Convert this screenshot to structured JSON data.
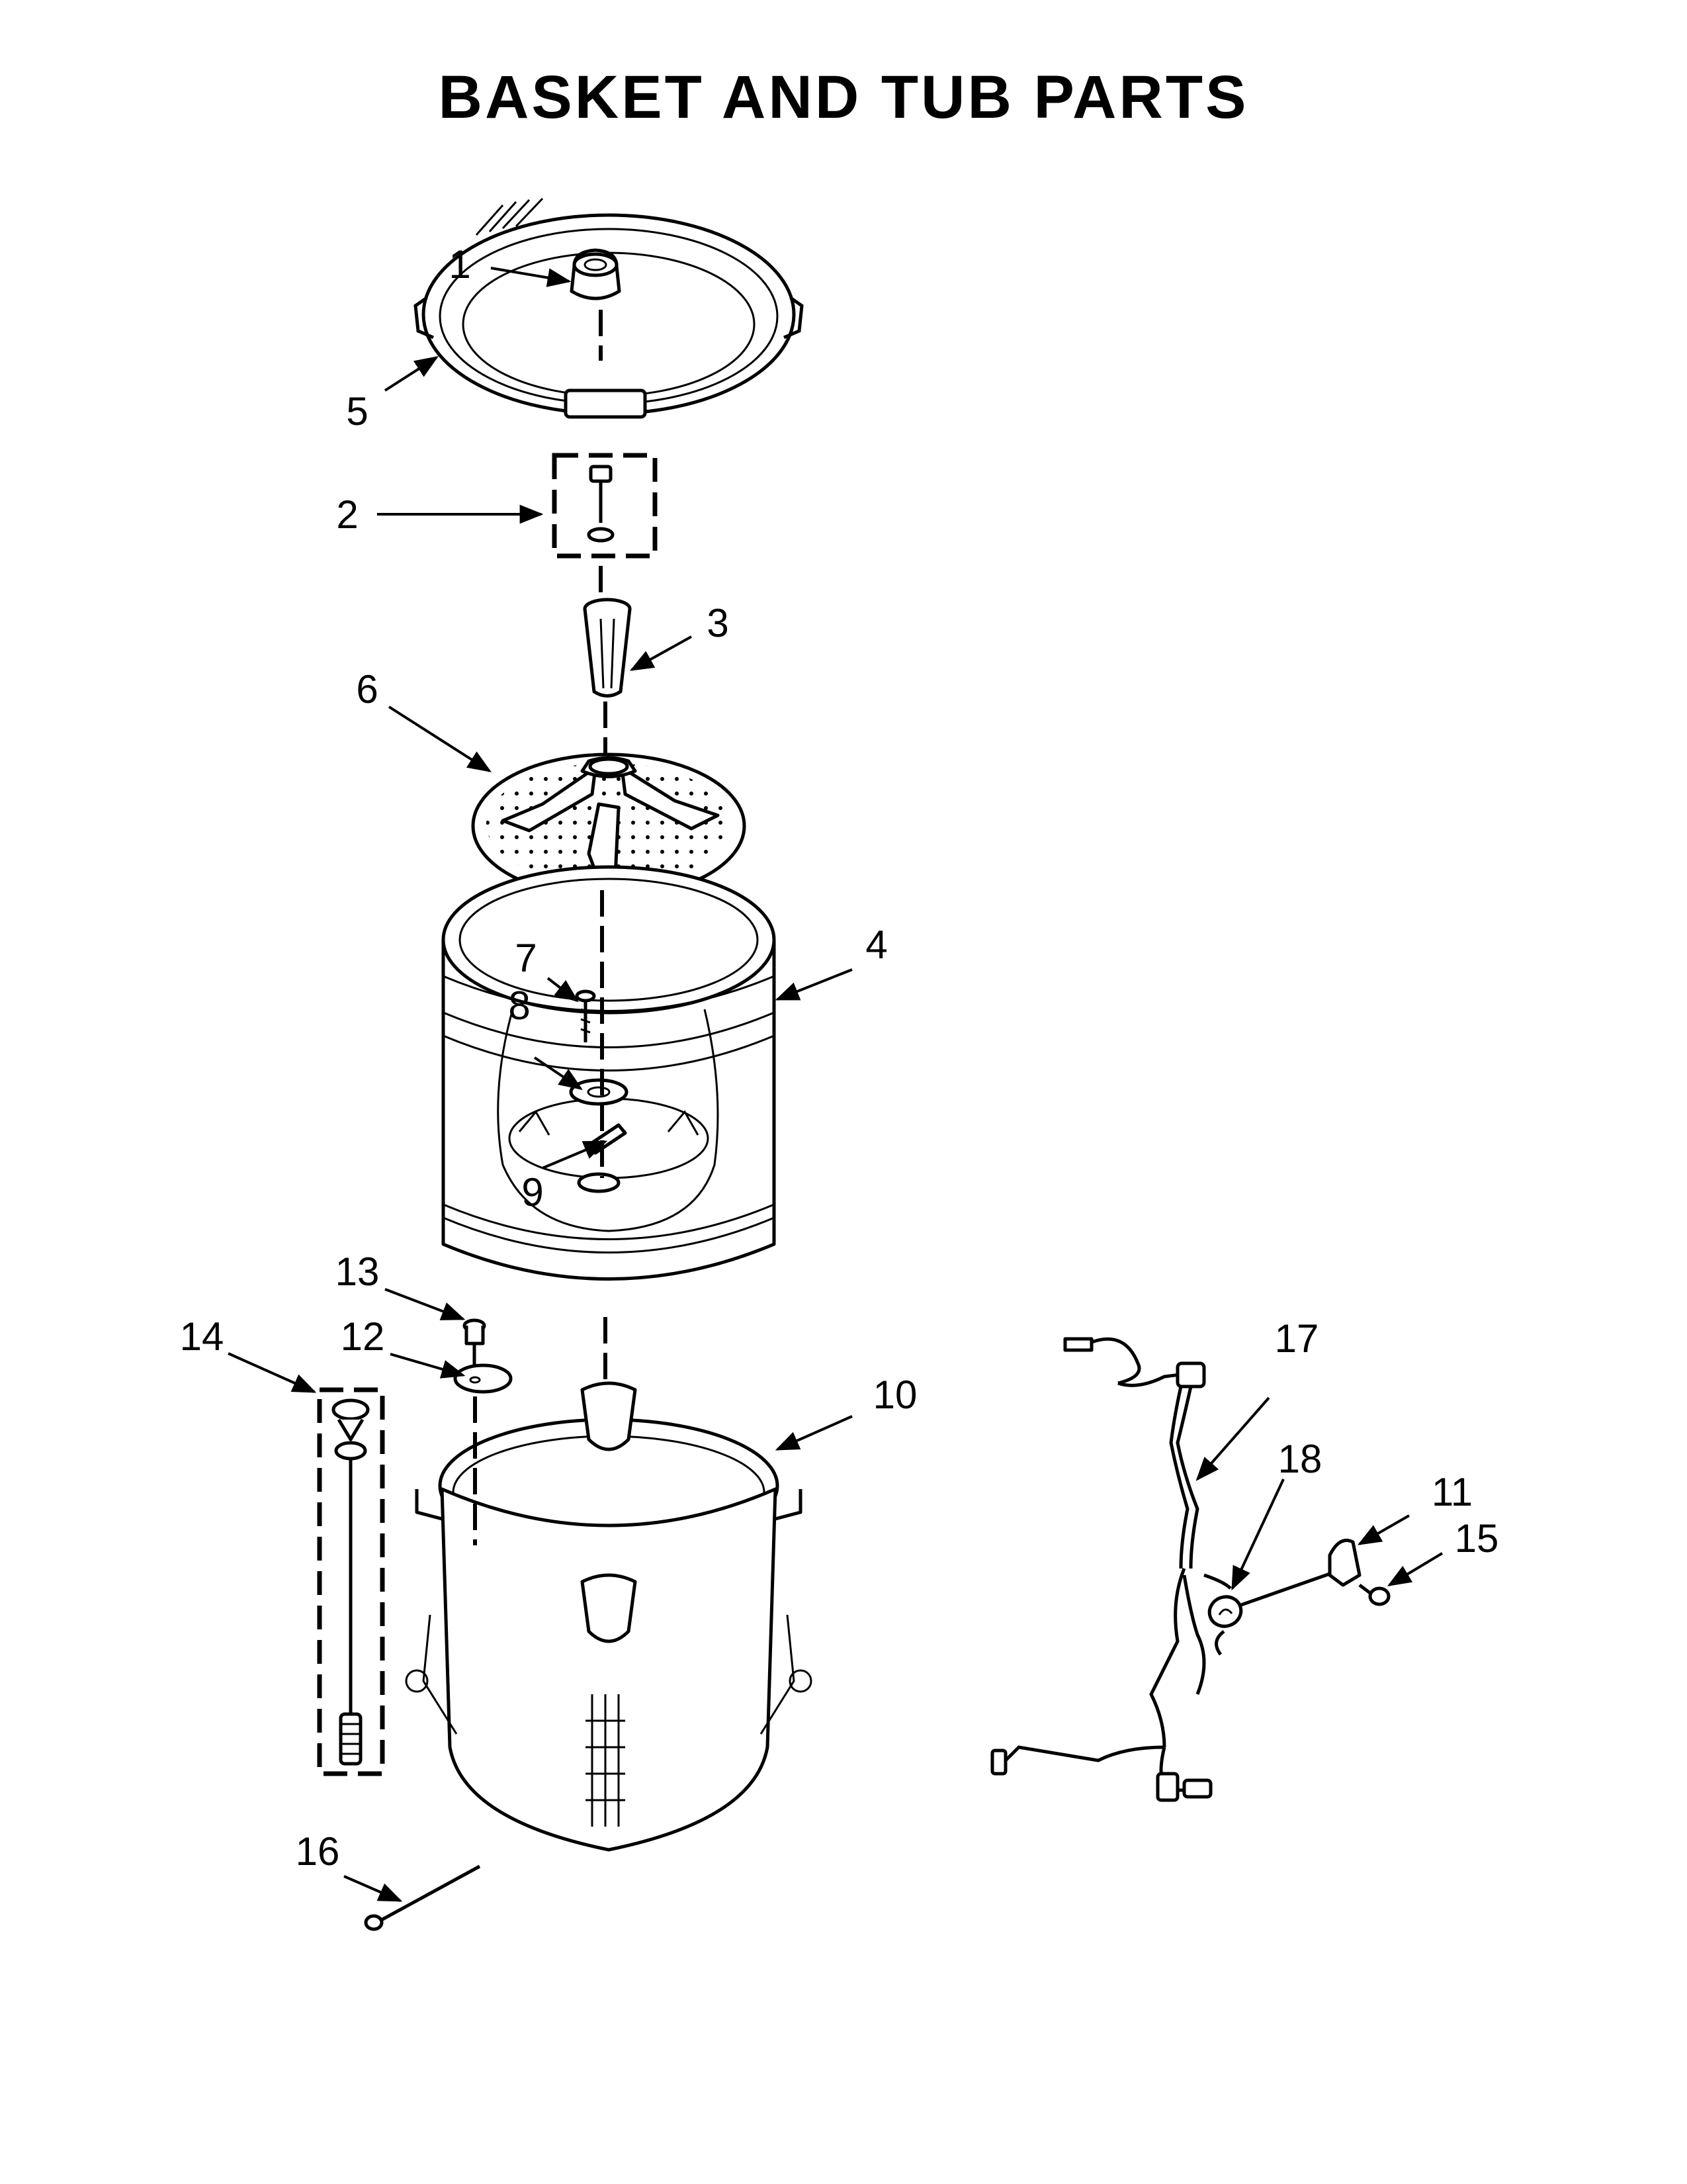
{
  "title": "BASKET AND TUB PARTS",
  "callouts": [
    {
      "id": "1",
      "text": "1"
    },
    {
      "id": "2",
      "text": "2"
    },
    {
      "id": "3",
      "text": "3"
    },
    {
      "id": "4",
      "text": "4"
    },
    {
      "id": "5",
      "text": "5"
    },
    {
      "id": "6",
      "text": "6"
    },
    {
      "id": "7",
      "text": "7"
    },
    {
      "id": "8",
      "text": "8"
    },
    {
      "id": "9",
      "text": "9"
    },
    {
      "id": "10",
      "text": "10"
    },
    {
      "id": "11",
      "text": "11"
    },
    {
      "id": "12",
      "text": "12"
    },
    {
      "id": "13",
      "text": "13"
    },
    {
      "id": "14",
      "text": "14"
    },
    {
      "id": "15",
      "text": "15"
    },
    {
      "id": "16",
      "text": "16"
    },
    {
      "id": "17",
      "text": "17"
    },
    {
      "id": "18",
      "text": "18"
    }
  ]
}
